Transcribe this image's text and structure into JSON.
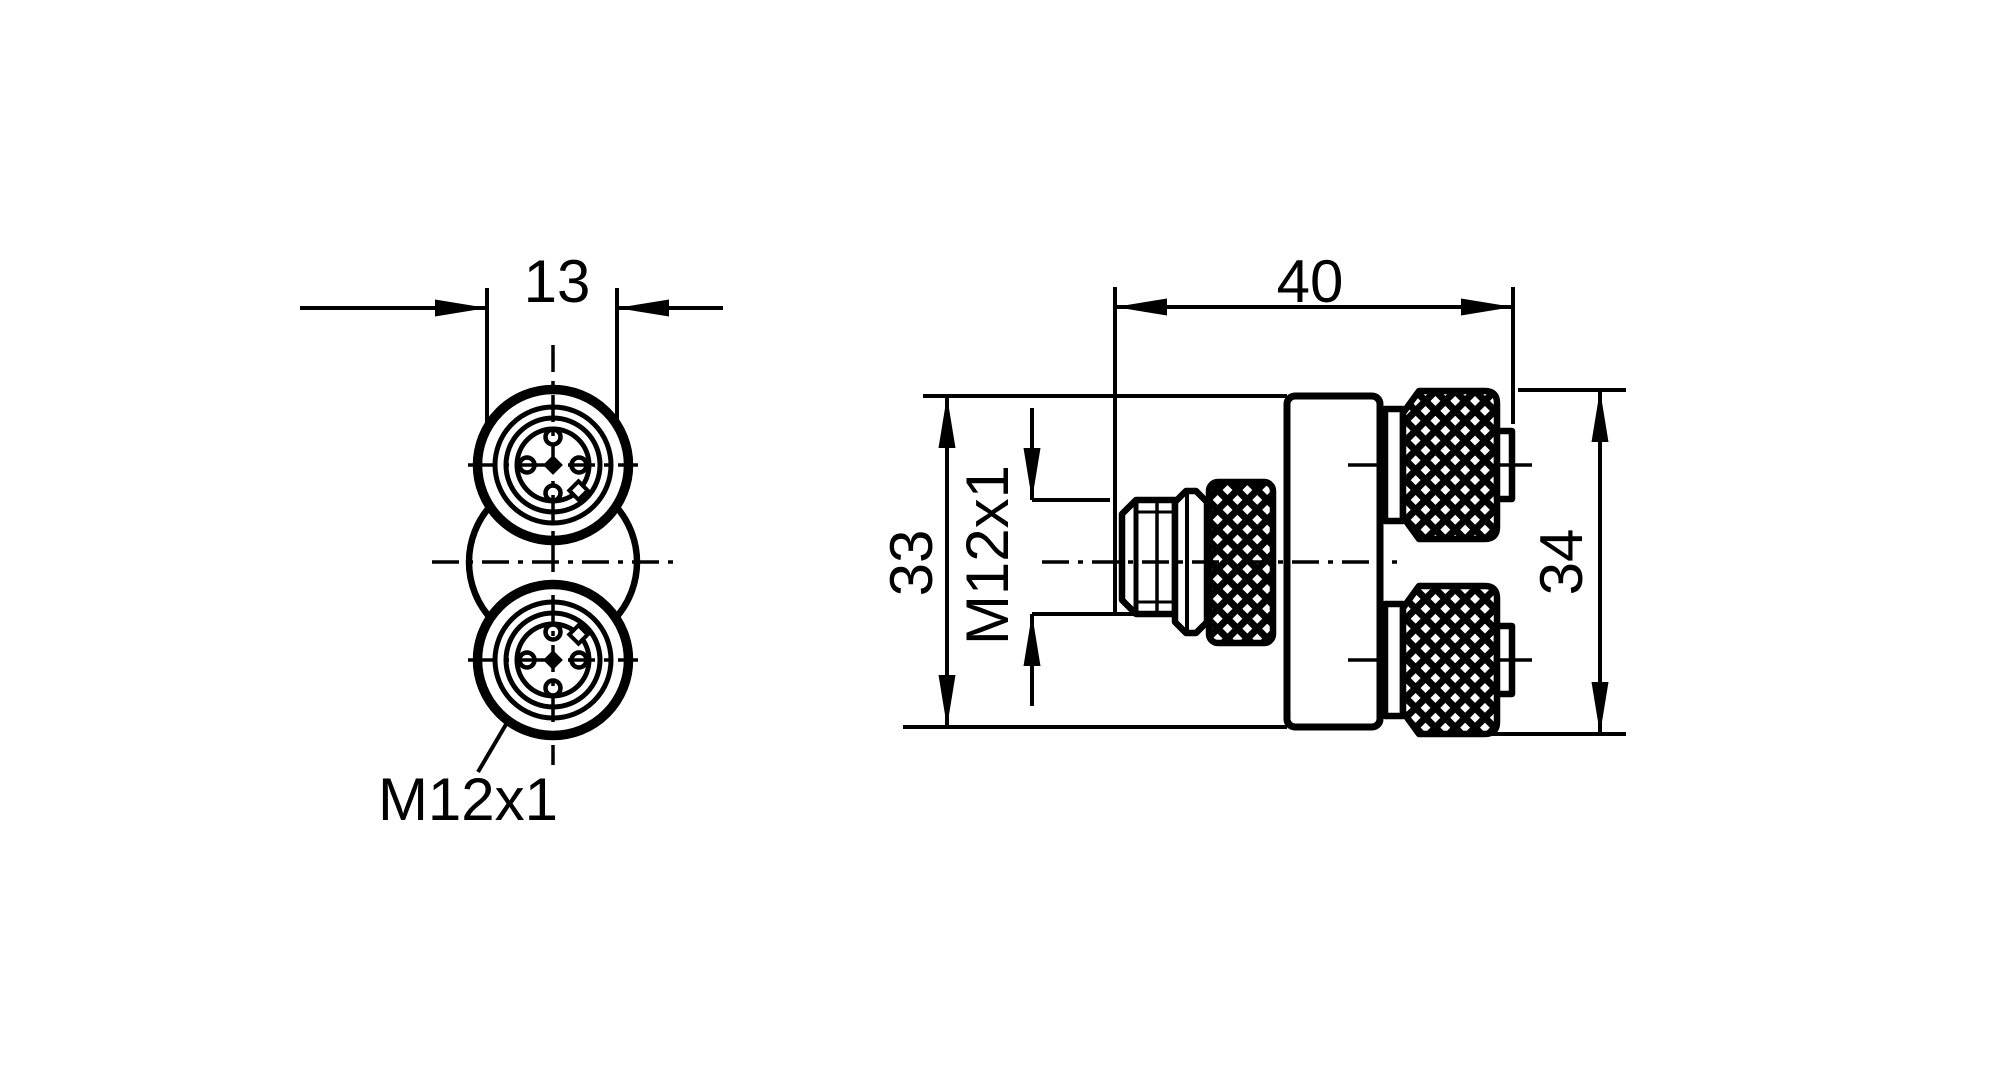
{
  "colors": {
    "line_color": "#000000",
    "background_color": "#ffffff"
  },
  "front_view": {
    "width_dim_label": "13",
    "thread_label": "M12x1"
  },
  "side_view": {
    "length_dim_label": "40",
    "height_dim_label": "33",
    "overall_height_dim_label": "34",
    "thread_dim_label": "M12x1"
  }
}
